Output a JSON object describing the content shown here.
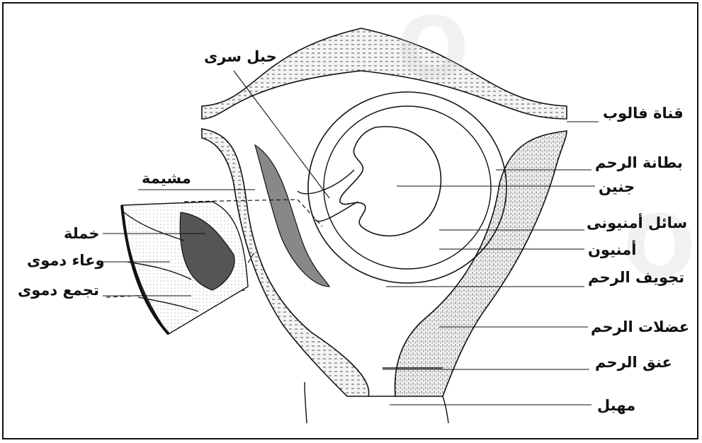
{
  "labels": {
    "umbilical_cord": "حبل سرى",
    "fallopian_tube": "قناة فالوب",
    "endometrium": "بطانة الرحم",
    "embryo": "جنين",
    "amniotic_fluid": "سائل أمنيونى",
    "amnion": "أمنيون",
    "uterine_cavity": "تجويف الرحم",
    "uterine_muscles": "عضلات الرحم",
    "cervix": "عنق الرحم",
    "vagina": "مهبل",
    "chorion": "مشيمة",
    "villus": "خملة",
    "blood_vessel": "وعاء دموى",
    "blood_pool": "تجمع دموى"
  },
  "colors": {
    "ink": "#111111",
    "tissue": "#d9d9d9",
    "dark_tissue": "#555555",
    "paper": "#ffffff"
  }
}
